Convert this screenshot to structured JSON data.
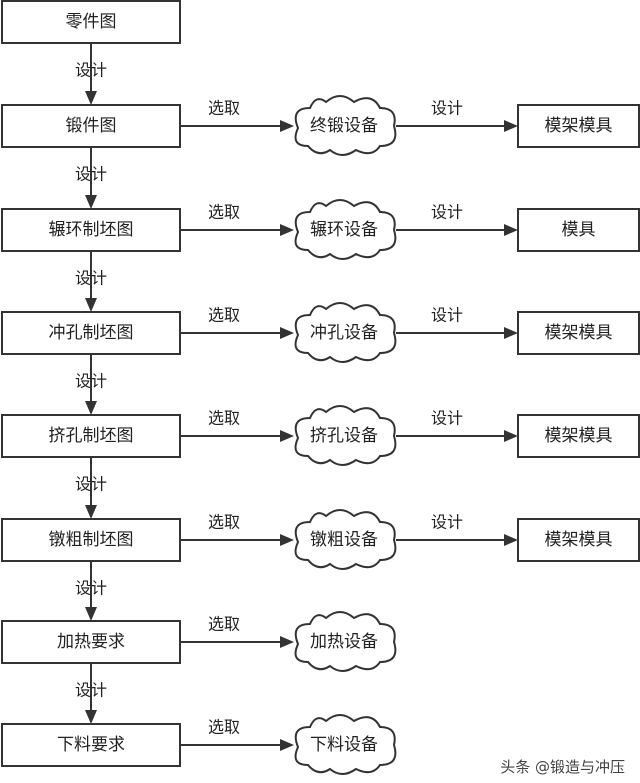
{
  "process": [
    {
      "step": "零件图",
      "edge_out": "设计"
    },
    {
      "step": "锻件图",
      "edge_out": "设计",
      "select_label": "选取",
      "equipment": "终锻设备",
      "design_label": "设计",
      "tooling": "模架模具"
    },
    {
      "step": "辗环制坯图",
      "edge_out": "设计",
      "select_label": "选取",
      "equipment": "辗环设备",
      "design_label": "设计",
      "tooling": "模具"
    },
    {
      "step": "冲孔制坯图",
      "edge_out": "设计",
      "select_label": "选取",
      "equipment": "冲孔设备",
      "design_label": "设计",
      "tooling": "模架模具"
    },
    {
      "step": "挤孔制坯图",
      "edge_out": "设计",
      "select_label": "选取",
      "equipment": "挤孔设备",
      "design_label": "设计",
      "tooling": "模架模具"
    },
    {
      "step": "镦粗制坯图",
      "edge_out": "设计",
      "select_label": "选取",
      "equipment": "镦粗设备",
      "design_label": "设计",
      "tooling": "模架模具"
    },
    {
      "step": "加热要求",
      "edge_out": "设计",
      "select_label": "选取",
      "equipment": "加热设备"
    },
    {
      "step": "下料要求",
      "select_label": "选取",
      "equipment": "下料设备"
    }
  ],
  "watermark": "头条 @锻造与冲压"
}
